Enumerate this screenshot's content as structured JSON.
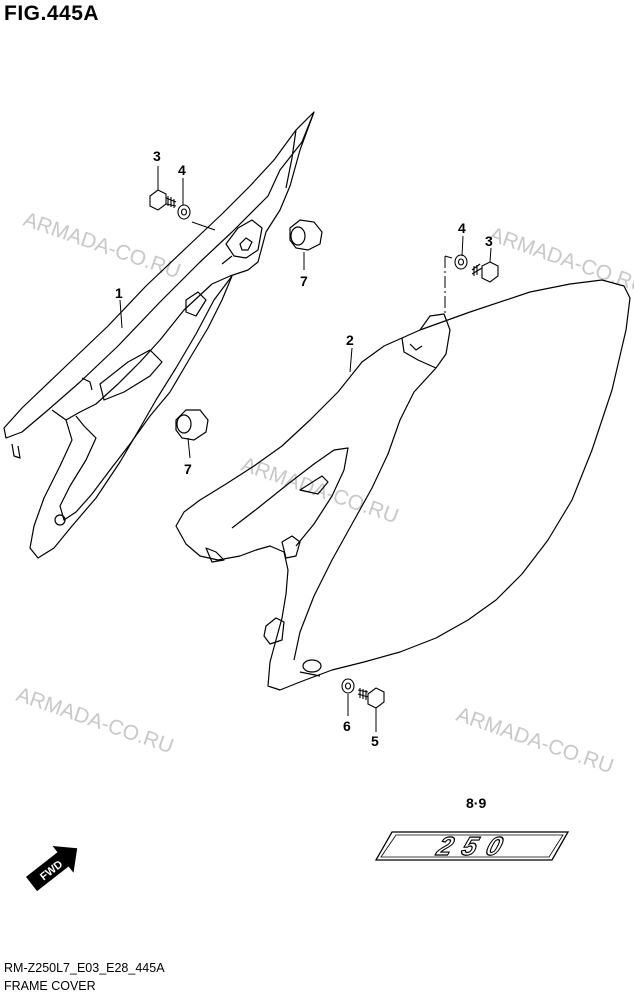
{
  "figure": {
    "title": "FIG.445A",
    "model_code": "RM-Z250L7_E03_E28_445A",
    "section_name": "FRAME COVER"
  },
  "watermark": {
    "text": "ARMADA-CO.RU",
    "color": "#c8c8c8"
  },
  "fwd_label": "FWD",
  "emblem_text": "250",
  "callouts": [
    {
      "id": "c1",
      "label": "1"
    },
    {
      "id": "c2",
      "label": "2"
    },
    {
      "id": "c3a",
      "label": "3"
    },
    {
      "id": "c3b",
      "label": "3"
    },
    {
      "id": "c4a",
      "label": "4"
    },
    {
      "id": "c4b",
      "label": "4"
    },
    {
      "id": "c5",
      "label": "5"
    },
    {
      "id": "c6",
      "label": "6"
    },
    {
      "id": "c7a",
      "label": "7"
    },
    {
      "id": "c7b",
      "label": "7"
    },
    {
      "id": "c89",
      "label": "8·9"
    }
  ],
  "colors": {
    "line": "#000000",
    "background": "#ffffff"
  }
}
